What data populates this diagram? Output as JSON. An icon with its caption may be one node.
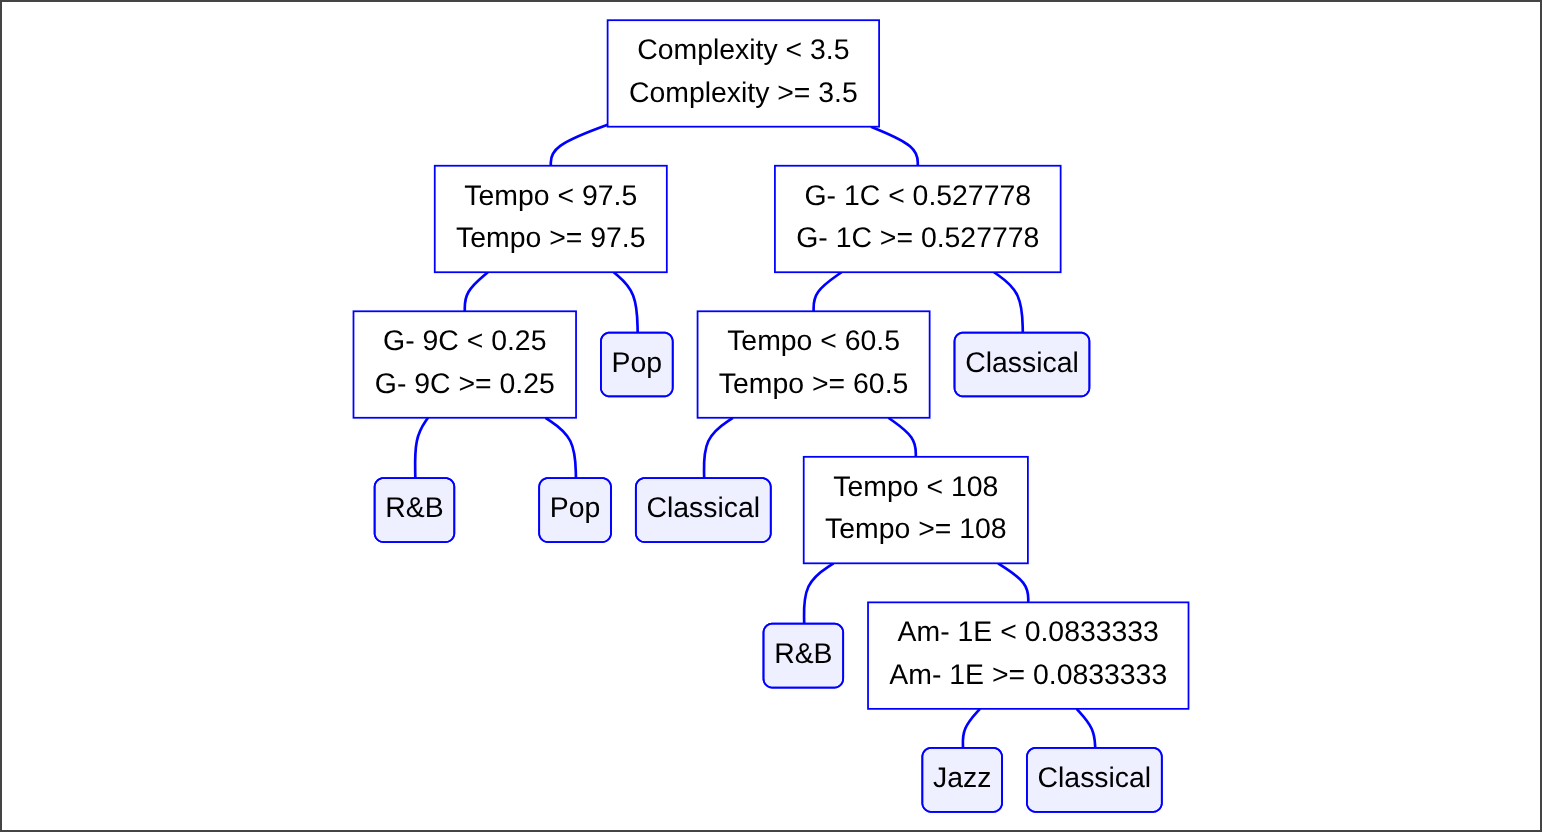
{
  "diagram": {
    "nodes": [
      {
        "text": [
          "Complexity < 3.5",
          "Complexity >= 3.5"
        ]
      },
      {
        "text": [
          "Tempo < 97.5",
          "Tempo >= 97.5"
        ]
      },
      {
        "text": [
          "G- 1C < 0.527778",
          "G- 1C >= 0.527778"
        ]
      },
      {
        "text": [
          "G- 9C < 0.25",
          "G- 9C >= 0.25"
        ]
      },
      {
        "text": [
          "Pop"
        ]
      },
      {
        "text": [
          "Tempo < 60.5",
          "Tempo >= 60.5"
        ]
      },
      {
        "text": [
          "Classical"
        ]
      },
      {
        "text": [
          "R&B"
        ]
      },
      {
        "text": [
          "Pop"
        ]
      },
      {
        "text": [
          "Classical"
        ]
      },
      {
        "text": [
          "Tempo < 108",
          "Tempo >= 108"
        ]
      },
      {
        "text": [
          "R&B"
        ]
      },
      {
        "text": [
          "Am- 1E < 0.0833333",
          "Am- 1E >= 0.0833333"
        ]
      },
      {
        "text": [
          "Jazz"
        ]
      },
      {
        "text": [
          "Classical"
        ]
      }
    ],
    "edges": [
      {
        "from": 0,
        "to": 1,
        "arrow": "none"
      },
      {
        "from": 0,
        "to": 2,
        "arrow": "none"
      },
      {
        "from": 1,
        "to": 3,
        "arrow": "none"
      },
      {
        "from": 1,
        "to": 4,
        "arrow": "none"
      },
      {
        "from": 2,
        "to": 5,
        "arrow": "none"
      },
      {
        "from": 2,
        "to": 6,
        "arrow": "none"
      },
      {
        "from": 3,
        "to": 7,
        "arrow": "none"
      },
      {
        "from": 3,
        "to": 8,
        "arrow": "none"
      },
      {
        "from": 5,
        "to": 9,
        "arrow": "none"
      },
      {
        "from": 5,
        "to": 10,
        "arrow": "none"
      },
      {
        "from": 10,
        "to": 11,
        "arrow": "none"
      },
      {
        "from": 10,
        "to": 12,
        "arrow": "none"
      },
      {
        "from": 12,
        "to": 13,
        "arrow": "none"
      },
      {
        "from": 12,
        "to": 14,
        "arrow": "none"
      }
    ]
  }
}
